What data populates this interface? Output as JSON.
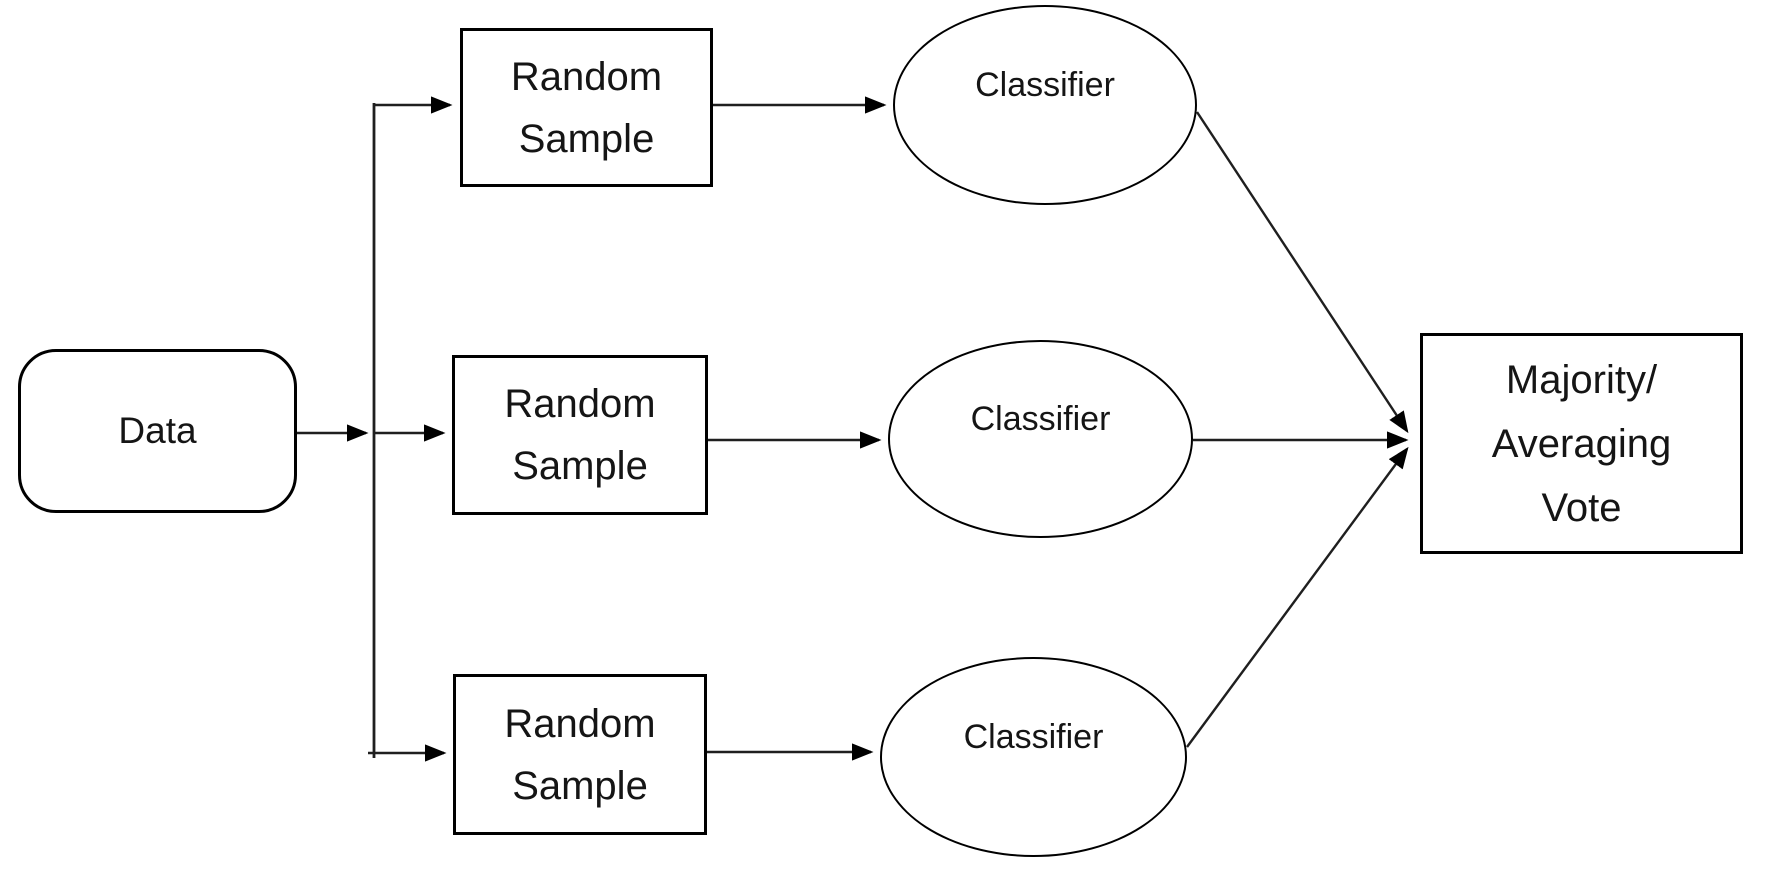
{
  "diagram": {
    "colors": {
      "background": "#ffffff",
      "stroke": "#000000"
    },
    "nodes": {
      "data": {
        "label": "Data",
        "shape": "rounded-rectangle"
      },
      "samples": [
        {
          "lines": [
            "Random",
            "Sample"
          ],
          "shape": "rectangle"
        },
        {
          "lines": [
            "Random",
            "Sample"
          ],
          "shape": "rectangle"
        },
        {
          "lines": [
            "Random",
            "Sample"
          ],
          "shape": "rectangle"
        }
      ],
      "classifiers": [
        {
          "label": "Classifier",
          "shape": "ellipse"
        },
        {
          "label": "Classifier",
          "shape": "ellipse"
        },
        {
          "label": "Classifier",
          "shape": "ellipse"
        }
      ],
      "vote": {
        "lines": [
          "Majority/",
          "Averaging",
          "Vote"
        ],
        "shape": "rectangle"
      }
    }
  }
}
